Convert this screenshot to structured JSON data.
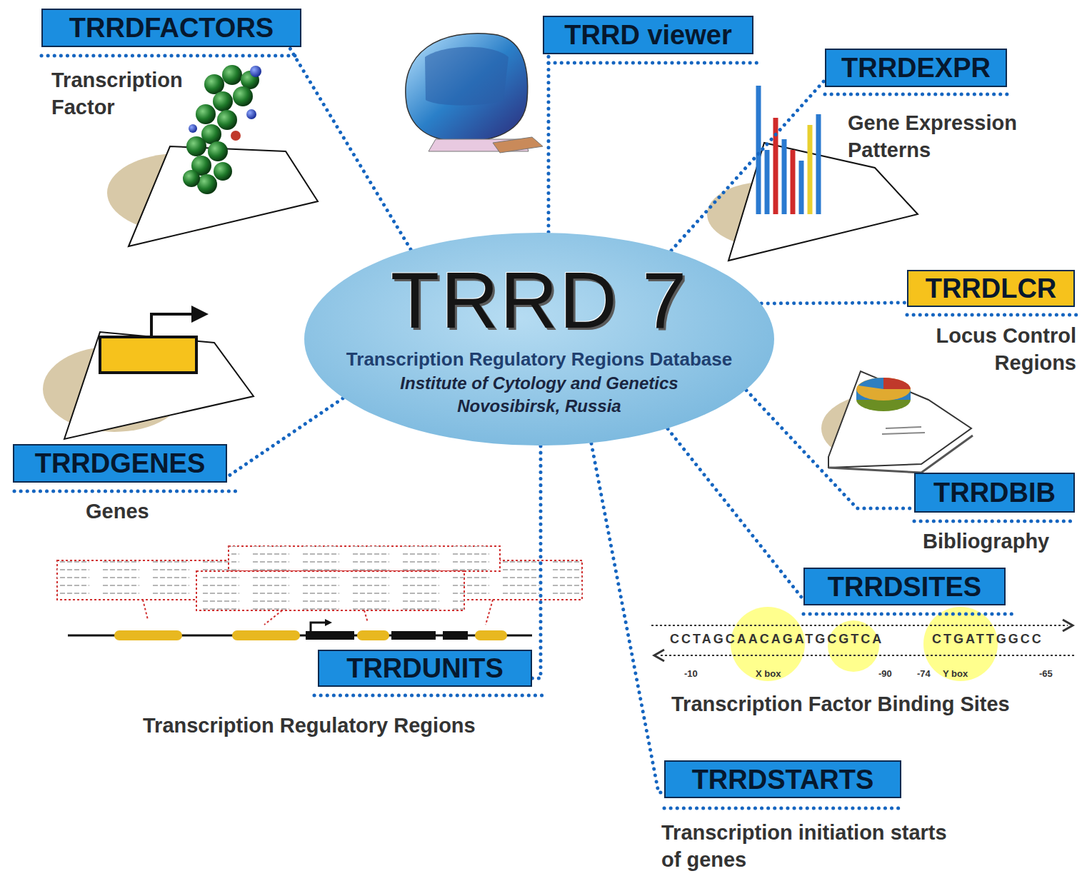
{
  "diagram": {
    "nodes": [
      {
        "text": [
          "TRRD 7",
          "Transcription Regulatory Regions Database",
          "Institute of Cytology and Genetics",
          "Novosibirsk, Russia"
        ]
      },
      {
        "text": [
          "TRRDFACTORS",
          "Transcription Factor"
        ]
      },
      {
        "text": [
          "TRRD viewer"
        ]
      },
      {
        "text": [
          "TRRDEXPR",
          "Gene Expression Patterns"
        ]
      },
      {
        "text": [
          "TRRDLCR",
          "Locus Control Regions"
        ]
      },
      {
        "text": [
          "TRRDGENES",
          "Genes"
        ]
      },
      {
        "text": [
          "TRRDBIB",
          "Bibliography"
        ]
      },
      {
        "text": [
          "TRRDSITES",
          "Transcription Factor Binding Sites"
        ]
      },
      {
        "text": [
          "TRRDUNITS",
          "Transcription Regulatory Regions"
        ]
      },
      {
        "text": [
          "TRRDSTARTS",
          "Transcription initiation starts of genes"
        ]
      }
    ],
    "edges": [
      {
        "from": 0,
        "to": 1,
        "arrow": "none"
      },
      {
        "from": 0,
        "to": 2,
        "arrow": "none"
      },
      {
        "from": 0,
        "to": 3,
        "arrow": "none"
      },
      {
        "from": 0,
        "to": 4,
        "arrow": "none"
      },
      {
        "from": 0,
        "to": 5,
        "arrow": "none"
      },
      {
        "from": 0,
        "to": 6,
        "arrow": "none"
      },
      {
        "from": 0,
        "to": 7,
        "arrow": "none"
      },
      {
        "from": 0,
        "to": 8,
        "arrow": "none"
      },
      {
        "from": 0,
        "to": 9,
        "arrow": "none"
      }
    ],
    "labels": [
      "CCTAGCAACAGATGCGTCA",
      "CTGATTGGCC",
      "-10",
      "X box",
      "-90",
      "-74",
      "Y box",
      "-65"
    ]
  }
}
